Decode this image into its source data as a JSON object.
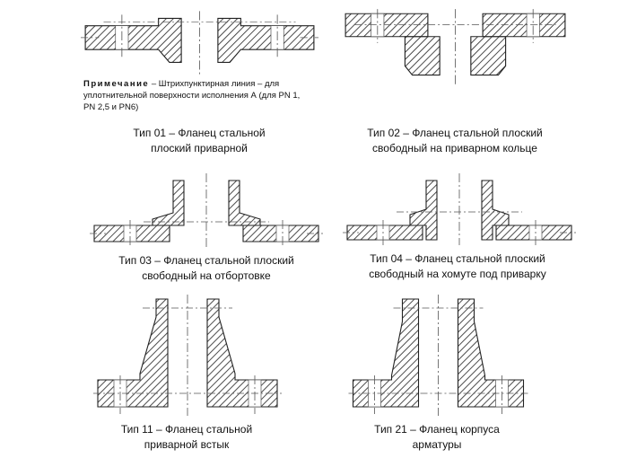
{
  "page": {
    "background": "#ffffff"
  },
  "note": {
    "label": "Примечание",
    "text": " – Штрихпунктирная линия – для уплотнительной поверхности исполнения А (для PN 1, PN 2,5 и PN6)"
  },
  "figures": [
    {
      "id": "type01",
      "caption": "Тип 01 – Фланец стальной плоский приварной"
    },
    {
      "id": "type02",
      "caption": "Тип 02 – Фланец стальной плоский свободный на приварном кольце"
    },
    {
      "id": "type03",
      "caption": "Тип 03 – Фланец стальной плоский свободный на отбортовке"
    },
    {
      "id": "type04",
      "caption": "Тип 04 – Фланец стальной плоский свободный на хомуте под приварку"
    },
    {
      "id": "type11",
      "caption": "Тип 11 – Фланец стальной приварной встык"
    },
    {
      "id": "type21",
      "caption": "Тип 21 – Фланец корпуса арматуры"
    }
  ],
  "colors": {
    "line": "#222222",
    "hatch": "#3a3a3a",
    "centerline": "#555555",
    "background": "#ffffff"
  }
}
